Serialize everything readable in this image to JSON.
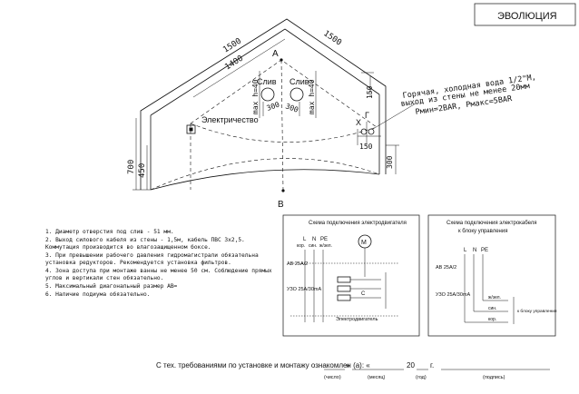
{
  "brand": "ЭВОЛЮЦИЯ",
  "dims": {
    "top_left": "1500",
    "top_right": "1500",
    "inner": "1400",
    "max_h40_left": "max h=40",
    "max_h40_right": "max h=40",
    "d300_left": "300",
    "d300_right": "300",
    "d150_top": "150",
    "d150_mid": "150",
    "d300_side": "300",
    "d700": "700",
    "d450": "450"
  },
  "labels": {
    "point_a": "А",
    "point_b": "В",
    "point_x": "Х",
    "point_g": "Г",
    "drain_left": "Слив",
    "drain_right": "Слив",
    "electricity": "Электричество"
  },
  "water_note": [
    "Горячая, холодная вода 1/2\"М,",
    "выход из стены не менее 20мм",
    "Рмин=2BAR, Рмакс=5BAR"
  ],
  "notes": [
    "1. Диаметр отверстия под слив  - 51 мм.",
    "2. Выход силового кабеля из стены - 1,5м, кабель ПВС 3х2,5.",
    "   Коммутация производится во влагозащищенном боксе.",
    "3. При превышении рабочего давления гидромагистрали обязательна",
    "   установка редукторов. Рекомендуется установка фильтров.",
    "4. Зона доступа при монтаже ванны не менее 50 см. Соблюдение прямых",
    "   углов и вертикали стен обязательно.",
    "5. Максимальный диагональный размер АВ=",
    "6. Наличие подиума обязательно."
  ],
  "scheme_motor": {
    "title": "Схема подключения электродвигателя",
    "l": "L",
    "n": "N",
    "pe": "PE",
    "l_wire": "кор.",
    "n_wire": "син.",
    "pe_wire": "ж/зел.",
    "breaker": "АВ 25А/2",
    "uzo": "УЗО 25А/30mA",
    "motor": "М",
    "c": "С",
    "caption": "Электродвигатель"
  },
  "scheme_control": {
    "title1": "Схема подключения электрокабеля",
    "title2": "к блоку управления",
    "l": "L",
    "n": "N",
    "pe": "PE",
    "breaker": "АВ 25А/2",
    "uzo": "УЗО 25А/30mA",
    "wire_pe": "ж/зел.",
    "wire_n": "син.",
    "wire_l": "кор.",
    "to_block": "к блоку управления"
  },
  "footer": {
    "text": "С тех. требованиями по установке и монтажу ознакомлен (а): «",
    "quote_close": "»",
    "year_prefix": "20",
    "year_suffix": "г.",
    "cap_day": "(число)",
    "cap_month": "(месяц)",
    "cap_year": "(год)",
    "cap_sign": "(подпись)"
  }
}
